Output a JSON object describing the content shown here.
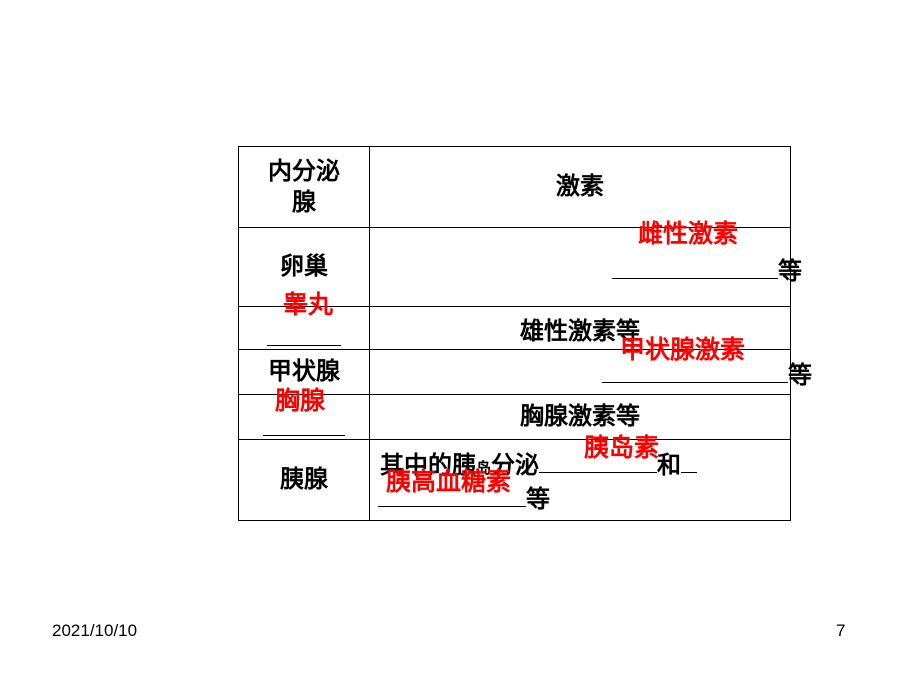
{
  "table": {
    "header": {
      "gland": "内分泌腺",
      "hormone": "激素"
    },
    "rows": [
      {
        "gland": "卵巢",
        "hormone_suffix": "等",
        "answer": "雌性激素"
      },
      {
        "gland_answer": "睾丸",
        "hormone": "雄性激素等"
      },
      {
        "gland": "甲状腺",
        "hormone_suffix": "等",
        "answer": "甲状腺激素"
      },
      {
        "gland_answer": "胸腺",
        "hormone": "胸腺激素等"
      },
      {
        "gland": "胰腺",
        "hormone_prefix": "其中的胰",
        "hormone_small": "岛",
        "hormone_mid": "分泌",
        "conj": "和",
        "hormone_suffix": "等",
        "answer1": "胰岛素",
        "answer2": "胰高血糖素"
      }
    ]
  },
  "footer": {
    "date": "2021/10/10",
    "page": "7"
  }
}
